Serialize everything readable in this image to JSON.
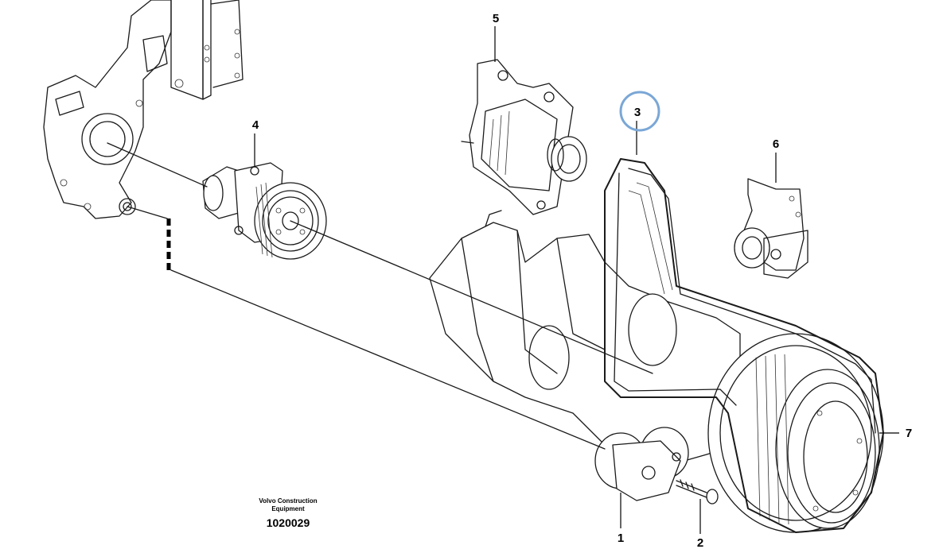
{
  "drawing": {
    "callouts": [
      {
        "id": "c1",
        "label": "1"
      },
      {
        "id": "c2",
        "label": "2"
      },
      {
        "id": "c3",
        "label": "3"
      },
      {
        "id": "c4",
        "label": "4"
      },
      {
        "id": "c5",
        "label": "5"
      },
      {
        "id": "c6",
        "label": "6"
      },
      {
        "id": "c7",
        "label": "7"
      }
    ],
    "highlighted_callout": "3",
    "highlight_color": "#7aa7d6"
  },
  "caption": {
    "line1": "Volvo Construction",
    "line2": "Equipment",
    "number": "1020029"
  }
}
